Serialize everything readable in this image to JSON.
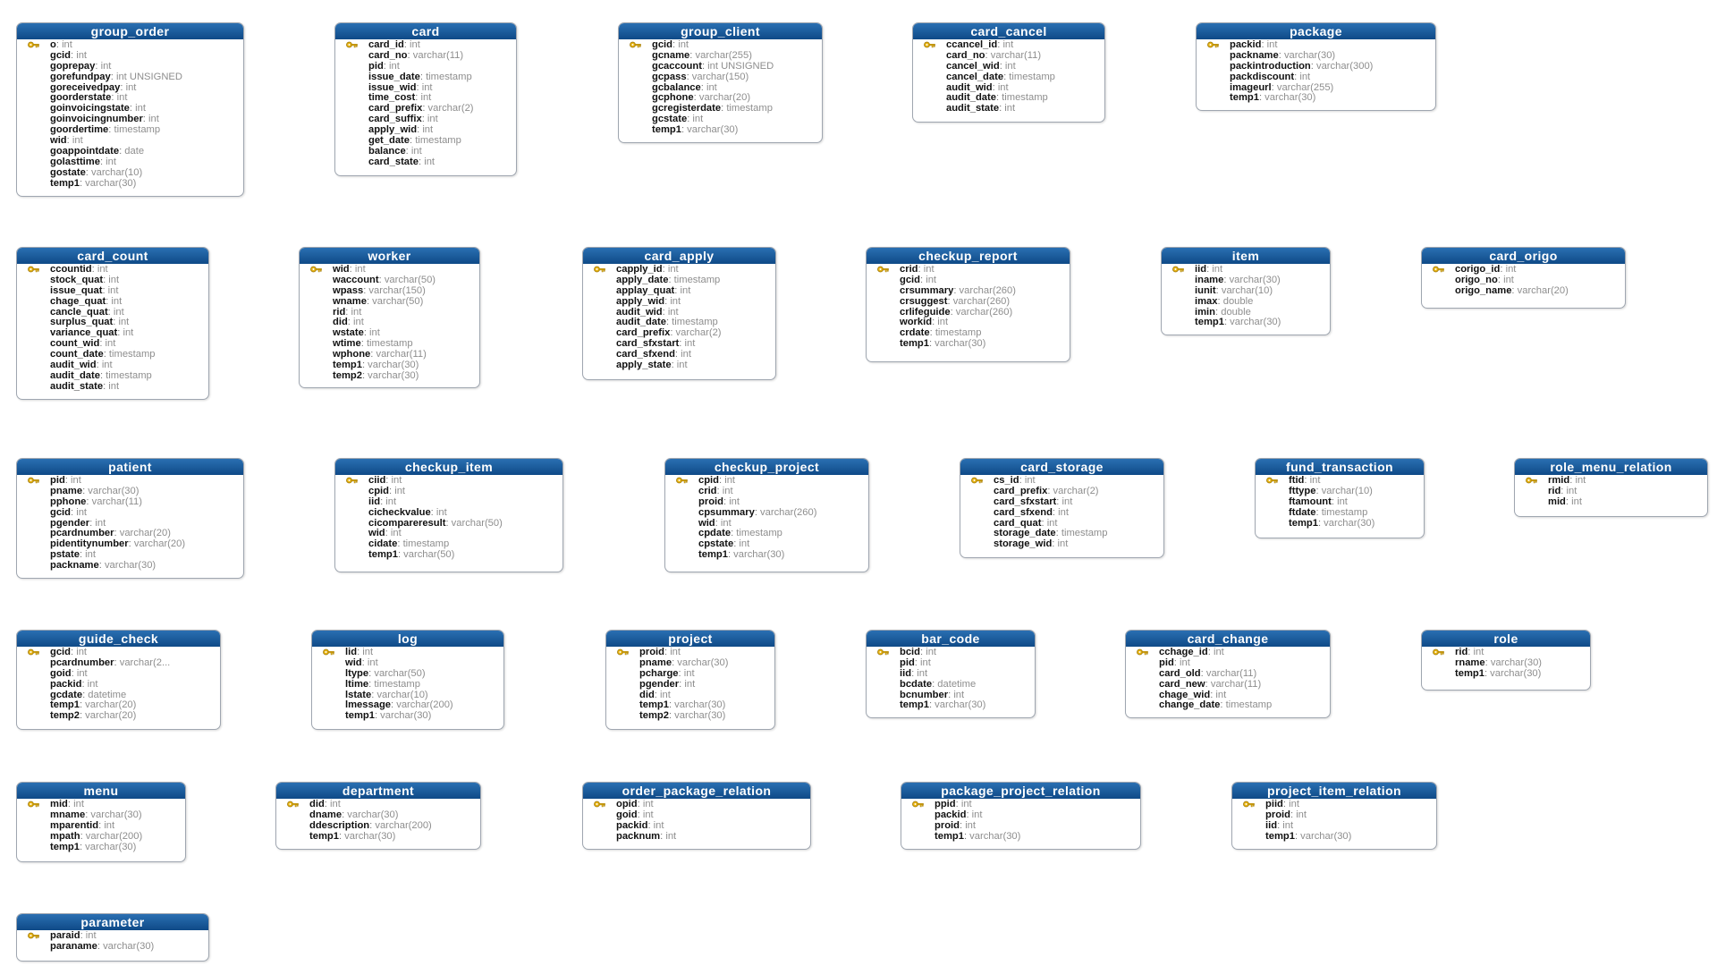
{
  "tables": [
    {
      "name": "group_order",
      "fields": [
        {
          "name": "o",
          "type": "int",
          "pk": true
        },
        {
          "name": "gcid",
          "type": "int"
        },
        {
          "name": "goprepay",
          "type": "int"
        },
        {
          "name": "gorefundpay",
          "type": "int UNSIGNED"
        },
        {
          "name": "goreceivedpay",
          "type": "int"
        },
        {
          "name": "goorderstate",
          "type": "int"
        },
        {
          "name": "goinvoicingstate",
          "type": "int"
        },
        {
          "name": "goinvoicingnumber",
          "type": "int"
        },
        {
          "name": "goordertime",
          "type": "timestamp"
        },
        {
          "name": "wid",
          "type": "int"
        },
        {
          "name": "goappointdate",
          "type": "date"
        },
        {
          "name": "golasttime",
          "type": "int"
        },
        {
          "name": "gostate",
          "type": "varchar(10)"
        },
        {
          "name": "temp1",
          "type": "varchar(30)"
        }
      ]
    },
    {
      "name": "card",
      "fields": [
        {
          "name": "card_id",
          "type": "int",
          "pk": true
        },
        {
          "name": "card_no",
          "type": "varchar(11)"
        },
        {
          "name": "pid",
          "type": "int"
        },
        {
          "name": "issue_date",
          "type": "timestamp"
        },
        {
          "name": "issue_wid",
          "type": "int"
        },
        {
          "name": "time_cost",
          "type": "int"
        },
        {
          "name": "card_prefix",
          "type": "varchar(2)"
        },
        {
          "name": "card_suffix",
          "type": "int"
        },
        {
          "name": "apply_wid",
          "type": "int"
        },
        {
          "name": "get_date",
          "type": "timestamp"
        },
        {
          "name": "balance",
          "type": "int"
        },
        {
          "name": "card_state",
          "type": "int"
        }
      ]
    },
    {
      "name": "group_client",
      "fields": [
        {
          "name": "gcid",
          "type": "int",
          "pk": true
        },
        {
          "name": "gcname",
          "type": "varchar(255)"
        },
        {
          "name": "gcaccount",
          "type": "int UNSIGNED"
        },
        {
          "name": "gcpass",
          "type": "varchar(150)"
        },
        {
          "name": "gcbalance",
          "type": "int"
        },
        {
          "name": "gcphone",
          "type": "varchar(20)"
        },
        {
          "name": "gcregisterdate",
          "type": "timestamp"
        },
        {
          "name": "gcstate",
          "type": "int"
        },
        {
          "name": "temp1",
          "type": "varchar(30)"
        }
      ]
    },
    {
      "name": "card_cancel",
      "fields": [
        {
          "name": "ccancel_id",
          "type": "int",
          "pk": true
        },
        {
          "name": "card_no",
          "type": "varchar(11)"
        },
        {
          "name": "cancel_wid",
          "type": "int"
        },
        {
          "name": "cancel_date",
          "type": "timestamp"
        },
        {
          "name": "audit_wid",
          "type": "int"
        },
        {
          "name": "audit_date",
          "type": "timestamp"
        },
        {
          "name": "audit_state",
          "type": "int"
        }
      ]
    },
    {
      "name": "package",
      "fields": [
        {
          "name": "packid",
          "type": "int",
          "pk": true
        },
        {
          "name": "packname",
          "type": "varchar(30)"
        },
        {
          "name": "packintroduction",
          "type": "varchar(300)"
        },
        {
          "name": "packdiscount",
          "type": "int"
        },
        {
          "name": "imageurl",
          "type": "varchar(255)"
        },
        {
          "name": "temp1",
          "type": "varchar(30)"
        }
      ]
    },
    {
      "name": "card_count",
      "fields": [
        {
          "name": "ccountid",
          "type": "int",
          "pk": true
        },
        {
          "name": "stock_quat",
          "type": "int"
        },
        {
          "name": "issue_quat",
          "type": "int"
        },
        {
          "name": "chage_quat",
          "type": "int"
        },
        {
          "name": "cancle_quat",
          "type": "int"
        },
        {
          "name": "surplus_quat",
          "type": "int"
        },
        {
          "name": "variance_quat",
          "type": "int"
        },
        {
          "name": "count_wid",
          "type": "int"
        },
        {
          "name": "count_date",
          "type": "timestamp"
        },
        {
          "name": "audit_wid",
          "type": "int"
        },
        {
          "name": "audit_date",
          "type": "timestamp"
        },
        {
          "name": "audit_state",
          "type": "int"
        }
      ]
    },
    {
      "name": "worker",
      "fields": [
        {
          "name": "wid",
          "type": "int",
          "pk": true
        },
        {
          "name": "waccount",
          "type": "varchar(50)"
        },
        {
          "name": "wpass",
          "type": "varchar(150)"
        },
        {
          "name": "wname",
          "type": "varchar(50)"
        },
        {
          "name": "rid",
          "type": "int"
        },
        {
          "name": "did",
          "type": "int"
        },
        {
          "name": "wstate",
          "type": "int"
        },
        {
          "name": "wtime",
          "type": "timestamp"
        },
        {
          "name": "wphone",
          "type": "varchar(11)"
        },
        {
          "name": "temp1",
          "type": "varchar(30)"
        },
        {
          "name": "temp2",
          "type": "varchar(30)"
        }
      ]
    },
    {
      "name": "card_apply",
      "fields": [
        {
          "name": "capply_id",
          "type": "int",
          "pk": true
        },
        {
          "name": "apply_date",
          "type": "timestamp"
        },
        {
          "name": "applay_quat",
          "type": "int"
        },
        {
          "name": "apply_wid",
          "type": "int"
        },
        {
          "name": "audit_wid",
          "type": "int"
        },
        {
          "name": "audit_date",
          "type": "timestamp"
        },
        {
          "name": "card_prefix",
          "type": "varchar(2)"
        },
        {
          "name": "card_sfxstart",
          "type": "int"
        },
        {
          "name": "card_sfxend",
          "type": "int"
        },
        {
          "name": "apply_state",
          "type": "int"
        }
      ]
    },
    {
      "name": "checkup_report",
      "fields": [
        {
          "name": "crid",
          "type": "int",
          "pk": true
        },
        {
          "name": "gcid",
          "type": "int"
        },
        {
          "name": "crsummary",
          "type": "varchar(260)"
        },
        {
          "name": "crsuggest",
          "type": "varchar(260)"
        },
        {
          "name": "crlifeguide",
          "type": "varchar(260)"
        },
        {
          "name": "workid",
          "type": "int"
        },
        {
          "name": "crdate",
          "type": "timestamp"
        },
        {
          "name": "temp1",
          "type": "varchar(30)"
        }
      ]
    },
    {
      "name": "item",
      "fields": [
        {
          "name": "iid",
          "type": "int",
          "pk": true
        },
        {
          "name": "iname",
          "type": "varchar(30)"
        },
        {
          "name": "iunit",
          "type": "varchar(10)"
        },
        {
          "name": "imax",
          "type": "double"
        },
        {
          "name": "imin",
          "type": "double"
        },
        {
          "name": "temp1",
          "type": "varchar(30)"
        }
      ]
    },
    {
      "name": "card_origo",
      "fields": [
        {
          "name": "corigo_id",
          "type": "int",
          "pk": true
        },
        {
          "name": "origo_no",
          "type": "int"
        },
        {
          "name": "origo_name",
          "type": "varchar(20)"
        }
      ]
    },
    {
      "name": "patient",
      "fields": [
        {
          "name": "pid",
          "type": "int",
          "pk": true
        },
        {
          "name": "pname",
          "type": "varchar(30)"
        },
        {
          "name": "pphone",
          "type": "varchar(11)"
        },
        {
          "name": "gcid",
          "type": "int"
        },
        {
          "name": "pgender",
          "type": "int"
        },
        {
          "name": "pcardnumber",
          "type": "varchar(20)"
        },
        {
          "name": "pidentitynumber",
          "type": "varchar(20)"
        },
        {
          "name": "pstate",
          "type": "int"
        },
        {
          "name": "packname",
          "type": "varchar(30)"
        }
      ]
    },
    {
      "name": "checkup_item",
      "fields": [
        {
          "name": "ciid",
          "type": "int",
          "pk": true
        },
        {
          "name": "cpid",
          "type": "int"
        },
        {
          "name": "iid",
          "type": "int"
        },
        {
          "name": "cicheckvalue",
          "type": "int"
        },
        {
          "name": "cicompareresult",
          "type": "varchar(50)"
        },
        {
          "name": "wid",
          "type": "int"
        },
        {
          "name": "cidate",
          "type": "timestamp"
        },
        {
          "name": "temp1",
          "type": "varchar(50)"
        }
      ]
    },
    {
      "name": "checkup_project",
      "fields": [
        {
          "name": "cpid",
          "type": "int",
          "pk": true
        },
        {
          "name": "crid",
          "type": "int"
        },
        {
          "name": "proid",
          "type": "int"
        },
        {
          "name": "cpsummary",
          "type": "varchar(260)"
        },
        {
          "name": "wid",
          "type": "int"
        },
        {
          "name": "cpdate",
          "type": "timestamp"
        },
        {
          "name": "cpstate",
          "type": "int"
        },
        {
          "name": "temp1",
          "type": "varchar(30)"
        }
      ]
    },
    {
      "name": "card_storage",
      "fields": [
        {
          "name": "cs_id",
          "type": "int",
          "pk": true
        },
        {
          "name": "card_prefix",
          "type": "varchar(2)"
        },
        {
          "name": "card_sfxstart",
          "type": "int"
        },
        {
          "name": "card_sfxend",
          "type": "int"
        },
        {
          "name": "card_quat",
          "type": "int"
        },
        {
          "name": "storage_date",
          "type": "timestamp"
        },
        {
          "name": "storage_wid",
          "type": "int"
        }
      ]
    },
    {
      "name": "fund_transaction",
      "fields": [
        {
          "name": "ftid",
          "type": "int",
          "pk": true
        },
        {
          "name": "fttype",
          "type": "varchar(10)"
        },
        {
          "name": "ftamount",
          "type": "int"
        },
        {
          "name": "ftdate",
          "type": "timestamp"
        },
        {
          "name": "temp1",
          "type": "varchar(30)"
        }
      ]
    },
    {
      "name": "role_menu_relation",
      "fields": [
        {
          "name": "rmid",
          "type": "int",
          "pk": true
        },
        {
          "name": "rid",
          "type": "int"
        },
        {
          "name": "mid",
          "type": "int"
        }
      ]
    },
    {
      "name": "guide_check",
      "fields": [
        {
          "name": "gcid",
          "type": "int",
          "pk": true
        },
        {
          "name": "pcardnumber",
          "type": "varchar(2..."
        },
        {
          "name": "goid",
          "type": "int"
        },
        {
          "name": "packid",
          "type": "int"
        },
        {
          "name": "gcdate",
          "type": "datetime"
        },
        {
          "name": "temp1",
          "type": "varchar(20)"
        },
        {
          "name": "temp2",
          "type": "varchar(20)"
        }
      ]
    },
    {
      "name": "log",
      "fields": [
        {
          "name": "lid",
          "type": "int",
          "pk": true
        },
        {
          "name": "wid",
          "type": "int"
        },
        {
          "name": "ltype",
          "type": "varchar(50)"
        },
        {
          "name": "ltime",
          "type": "timestamp"
        },
        {
          "name": "lstate",
          "type": "varchar(10)"
        },
        {
          "name": "lmessage",
          "type": "varchar(200)"
        },
        {
          "name": "temp1",
          "type": "varchar(30)"
        }
      ]
    },
    {
      "name": "project",
      "fields": [
        {
          "name": "proid",
          "type": "int",
          "pk": true
        },
        {
          "name": "pname",
          "type": "varchar(30)"
        },
        {
          "name": "pcharge",
          "type": "int"
        },
        {
          "name": "pgender",
          "type": "int"
        },
        {
          "name": "did",
          "type": "int"
        },
        {
          "name": "temp1",
          "type": "varchar(30)"
        },
        {
          "name": "temp2",
          "type": "varchar(30)"
        }
      ]
    },
    {
      "name": "bar_code",
      "fields": [
        {
          "name": "bcid",
          "type": "int",
          "pk": true
        },
        {
          "name": "pid",
          "type": "int"
        },
        {
          "name": "iid",
          "type": "int"
        },
        {
          "name": "bcdate",
          "type": "datetime"
        },
        {
          "name": "bcnumber",
          "type": "int"
        },
        {
          "name": "temp1",
          "type": "varchar(30)"
        }
      ]
    },
    {
      "name": "card_change",
      "fields": [
        {
          "name": "cchage_id",
          "type": "int",
          "pk": true
        },
        {
          "name": "pid",
          "type": "int"
        },
        {
          "name": "card_old",
          "type": "varchar(11)"
        },
        {
          "name": "card_new",
          "type": "varchar(11)"
        },
        {
          "name": "chage_wid",
          "type": "int"
        },
        {
          "name": "change_date",
          "type": "timestamp"
        }
      ]
    },
    {
      "name": "role",
      "fields": [
        {
          "name": "rid",
          "type": "int",
          "pk": true
        },
        {
          "name": "rname",
          "type": "varchar(30)"
        },
        {
          "name": "temp1",
          "type": "varchar(30)"
        }
      ]
    },
    {
      "name": "menu",
      "fields": [
        {
          "name": "mid",
          "type": "int",
          "pk": true
        },
        {
          "name": "mname",
          "type": "varchar(30)"
        },
        {
          "name": "mparentid",
          "type": "int"
        },
        {
          "name": "mpath",
          "type": "varchar(200)"
        },
        {
          "name": "temp1",
          "type": "varchar(30)"
        }
      ]
    },
    {
      "name": "department",
      "fields": [
        {
          "name": "did",
          "type": "int",
          "pk": true
        },
        {
          "name": "dname",
          "type": "varchar(30)"
        },
        {
          "name": "ddescription",
          "type": "varchar(200)"
        },
        {
          "name": "temp1",
          "type": "varchar(30)"
        }
      ]
    },
    {
      "name": "order_package_relation",
      "fields": [
        {
          "name": "opid",
          "type": "int",
          "pk": true
        },
        {
          "name": "goid",
          "type": "int"
        },
        {
          "name": "packid",
          "type": "int"
        },
        {
          "name": "packnum",
          "type": "int"
        }
      ]
    },
    {
      "name": "package_project_relation",
      "fields": [
        {
          "name": "ppid",
          "type": "int",
          "pk": true
        },
        {
          "name": "packid",
          "type": "int"
        },
        {
          "name": "proid",
          "type": "int"
        },
        {
          "name": "temp1",
          "type": "varchar(30)"
        }
      ]
    },
    {
      "name": "project_item_relation",
      "fields": [
        {
          "name": "piid",
          "type": "int",
          "pk": true
        },
        {
          "name": "proid",
          "type": "int"
        },
        {
          "name": "iid",
          "type": "int"
        },
        {
          "name": "temp1",
          "type": "varchar(30)"
        }
      ]
    },
    {
      "name": "parameter",
      "fields": [
        {
          "name": "paraid",
          "type": "int",
          "pk": true
        },
        {
          "name": "paraname",
          "type": "varchar(30)"
        }
      ]
    }
  ],
  "colors": {
    "header": "#1a5a9a",
    "key_icon": "#e8b412",
    "field_type": "#8e8e8e"
  },
  "icons": {
    "primary_key": "key-icon"
  }
}
